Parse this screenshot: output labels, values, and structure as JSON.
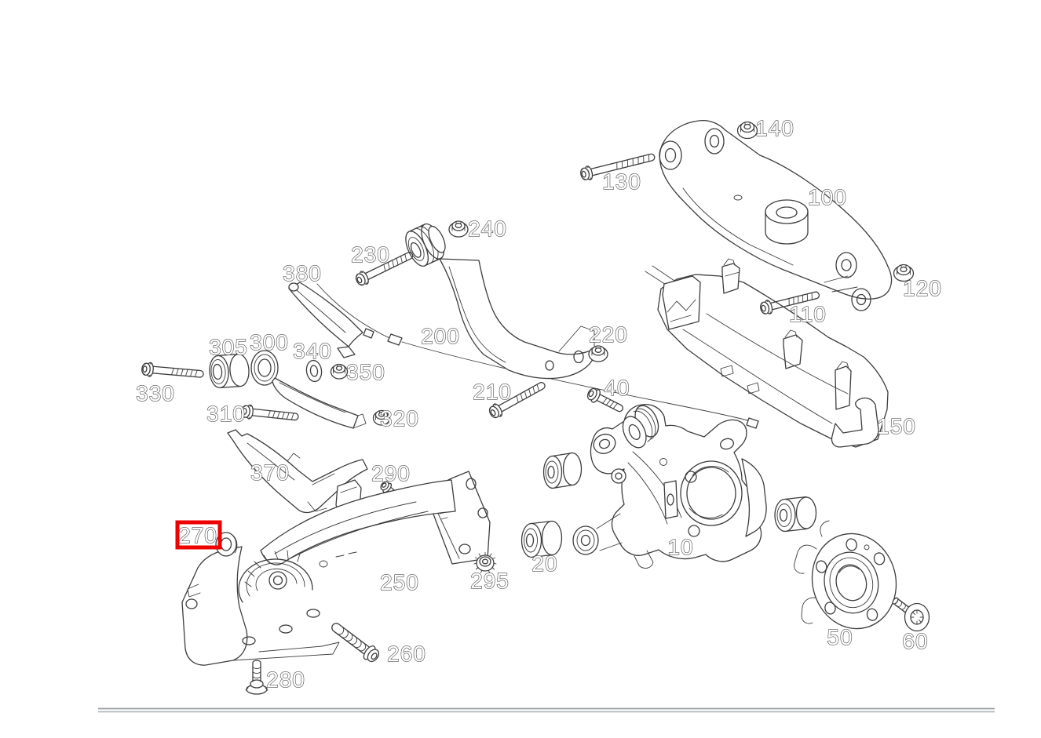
{
  "page": {
    "background_color": "#ffffff",
    "footer_rule_color": "#9aa0a2"
  },
  "diagram": {
    "kind": "exploded-parts-line-drawing",
    "line_color": "#3d3d3d",
    "label_style": {
      "fill": "#ffffff",
      "outline": "#4f4f4f"
    },
    "highlight": {
      "label": "270",
      "box_color": "#ee0000"
    },
    "labels": [
      {
        "text": "140"
      },
      {
        "text": "100"
      },
      {
        "text": "130"
      },
      {
        "text": "120"
      },
      {
        "text": "110"
      },
      {
        "text": "240"
      },
      {
        "text": "230"
      },
      {
        "text": "380"
      },
      {
        "text": "200"
      },
      {
        "text": "220"
      },
      {
        "text": "305"
      },
      {
        "text": "300"
      },
      {
        "text": "340"
      },
      {
        "text": "350"
      },
      {
        "text": "330"
      },
      {
        "text": "210"
      },
      {
        "text": "40"
      },
      {
        "text": "310"
      },
      {
        "text": "320"
      },
      {
        "text": "150"
      },
      {
        "text": "370"
      },
      {
        "text": "290"
      },
      {
        "text": "270"
      },
      {
        "text": "10"
      },
      {
        "text": "20"
      },
      {
        "text": "250"
      },
      {
        "text": "295"
      },
      {
        "text": "260"
      },
      {
        "text": "280"
      },
      {
        "text": "50"
      },
      {
        "text": "60"
      }
    ]
  }
}
